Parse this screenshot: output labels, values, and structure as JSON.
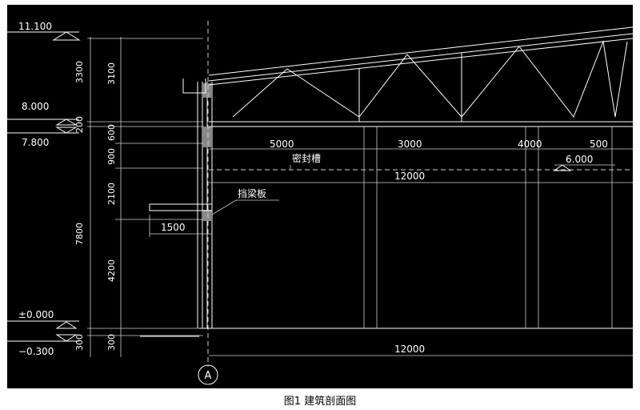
{
  "levels": {
    "top": "11.100",
    "mid_upper": "8.000",
    "mid_lower": "7.800",
    "zero": "±0.000",
    "ground": "−0.300",
    "inner": "6.000"
  },
  "vertical_dims": {
    "outer": {
      "d3300": "3300",
      "d200": "200",
      "d7800": "7800",
      "d300": "300"
    },
    "inner": {
      "d3100": "3100",
      "d600": "600",
      "d900": "900",
      "d2100": "2100",
      "d4200": "4200",
      "d300": "300"
    }
  },
  "horizontal_dims": {
    "top": [
      "5000",
      "3000",
      "4000",
      "500"
    ],
    "span_upper": "12000",
    "span_lower": "12000",
    "canopy": "1500"
  },
  "labels": {
    "seal_groove": "密封槽",
    "baffle": "挡梁板",
    "axis": "A"
  },
  "caption": "图1 建筑剖面图"
}
